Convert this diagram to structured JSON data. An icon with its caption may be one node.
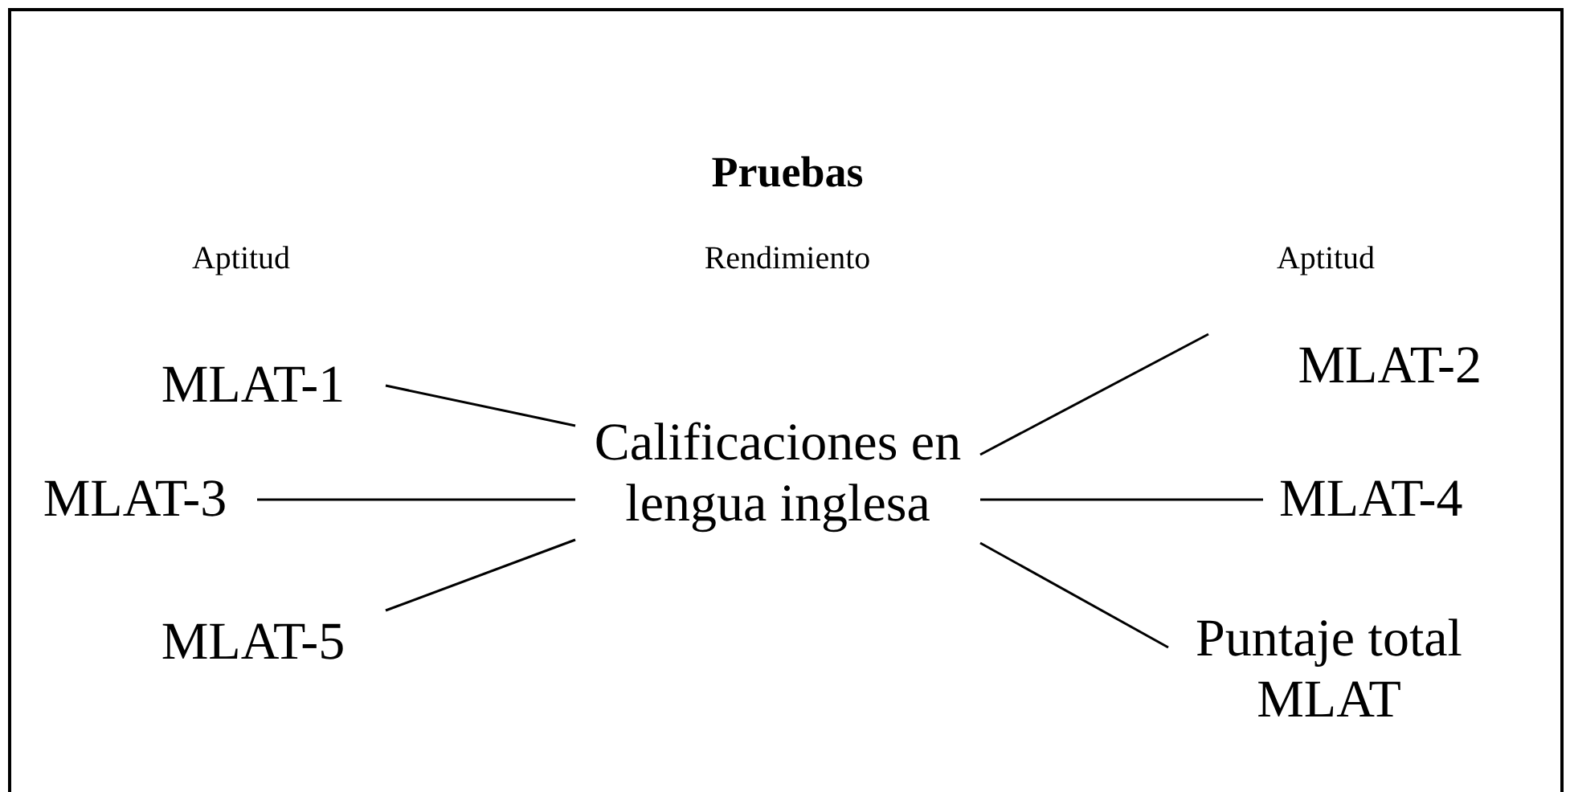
{
  "diagram": {
    "title": "Pruebas",
    "nodes": [
      {
        "text": [
          "MLAT-1"
        ]
      },
      {
        "text": [
          "MLAT-3"
        ]
      },
      {
        "text": [
          "MLAT-5"
        ]
      },
      {
        "text": [
          "Calificaciones en lengua inglesa"
        ]
      },
      {
        "text": [
          "MLAT-2"
        ]
      },
      {
        "text": [
          "MLAT-4"
        ]
      },
      {
        "text": [
          "Puntaje total MLAT"
        ]
      }
    ],
    "edges": [
      {
        "from": 0,
        "to": 3,
        "arrow": "none"
      },
      {
        "from": 1,
        "to": 3,
        "arrow": "none"
      },
      {
        "from": 2,
        "to": 3,
        "arrow": "none"
      },
      {
        "from": 3,
        "to": 4,
        "arrow": "none"
      },
      {
        "from": 3,
        "to": 5,
        "arrow": "none"
      },
      {
        "from": 3,
        "to": 6,
        "arrow": "none"
      }
    ],
    "labels": [
      "Aptitud",
      "Rendimiento",
      "Aptitud"
    ]
  }
}
